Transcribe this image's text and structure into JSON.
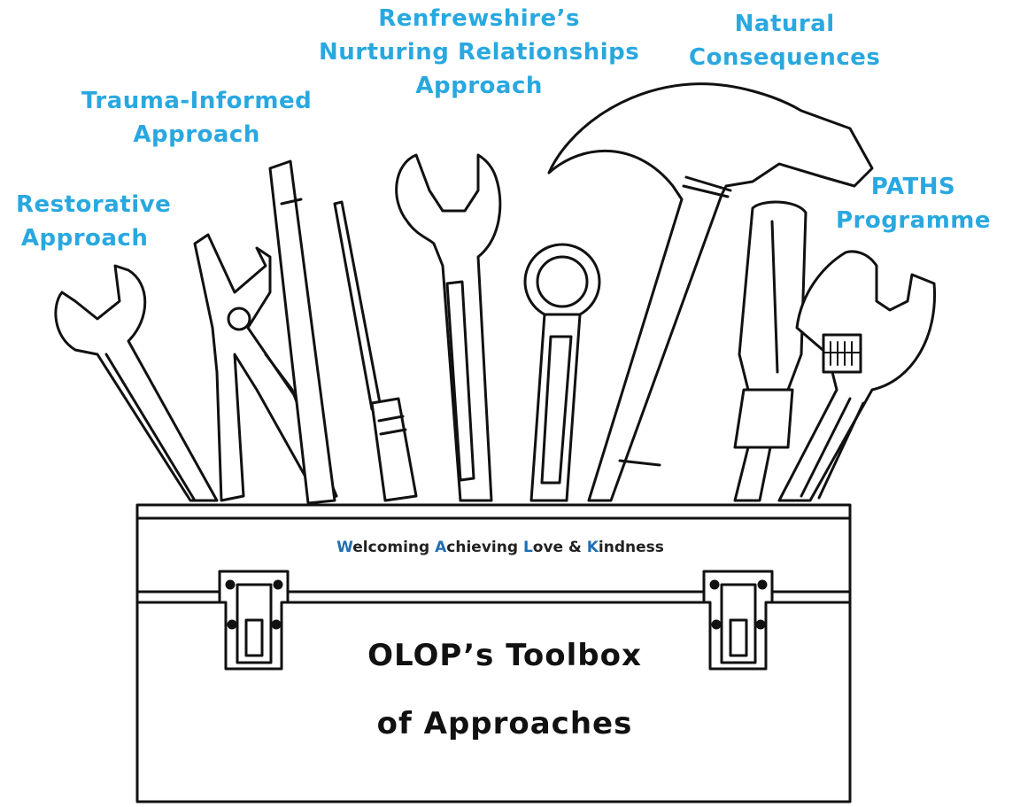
{
  "labels": {
    "restorative": [
      "Restorative",
      "Approach"
    ],
    "trauma": [
      "Trauma-Informed",
      "Approach"
    ],
    "renfrewshire": [
      "Renfrewshire’s",
      "Nurturing Relationships",
      "Approach"
    ],
    "natural": [
      "Natural",
      "Consequences"
    ],
    "paths": [
      "PATHS",
      "Programme"
    ]
  },
  "motto": {
    "w": "W",
    "w_rest": "elcoming ",
    "a": "A",
    "a_rest": "chieving ",
    "l": "L",
    "l_rest": "ove & ",
    "k": "K",
    "k_rest": "indness"
  },
  "toolbox": {
    "title_line1": "OLOP’s Toolbox",
    "title_line2": "of Approaches"
  },
  "colors": {
    "label_blue": "#29a8e0",
    "motto_blue": "#1f6fb4",
    "ink": "#111111"
  },
  "icons": [
    "wrench-icon",
    "pliers-icon",
    "chisel-icon",
    "screwdriver-icon",
    "spanner-icon",
    "ring-spanner-icon",
    "hammer-icon",
    "adjustable-wrench-icon",
    "toolbox-icon",
    "latch-icon"
  ]
}
